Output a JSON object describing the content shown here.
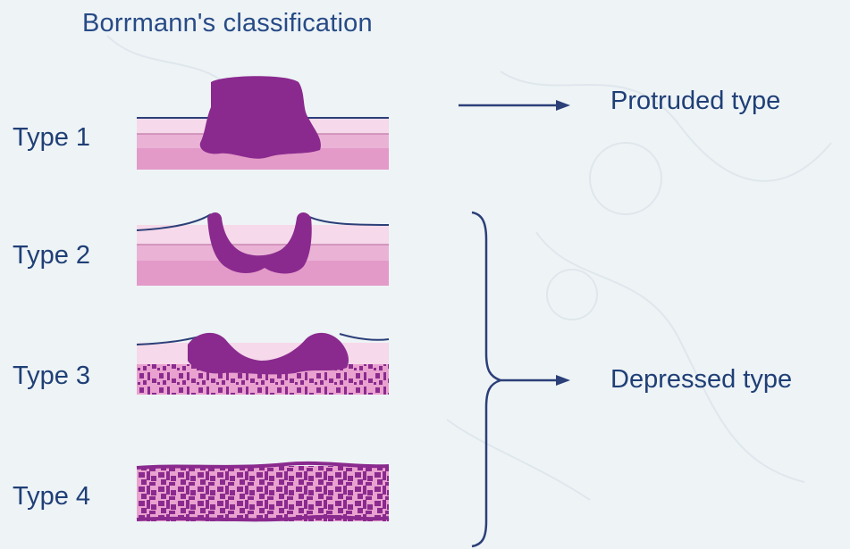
{
  "title": "Borrmann's classification",
  "types": [
    {
      "label": "Type 1"
    },
    {
      "label": "Type 2"
    },
    {
      "label": "Type 3"
    },
    {
      "label": "Type 4"
    }
  ],
  "groups": {
    "protruded": "Protruded type",
    "depressed": "Depressed type"
  },
  "colors": {
    "text": "#1f3f76",
    "mucosa": "#f3cfe3",
    "submucosa": "#e6a7cf",
    "muscle": "#e39ac8",
    "tumor": "#8a2a8e",
    "line": "#2b3f78"
  }
}
